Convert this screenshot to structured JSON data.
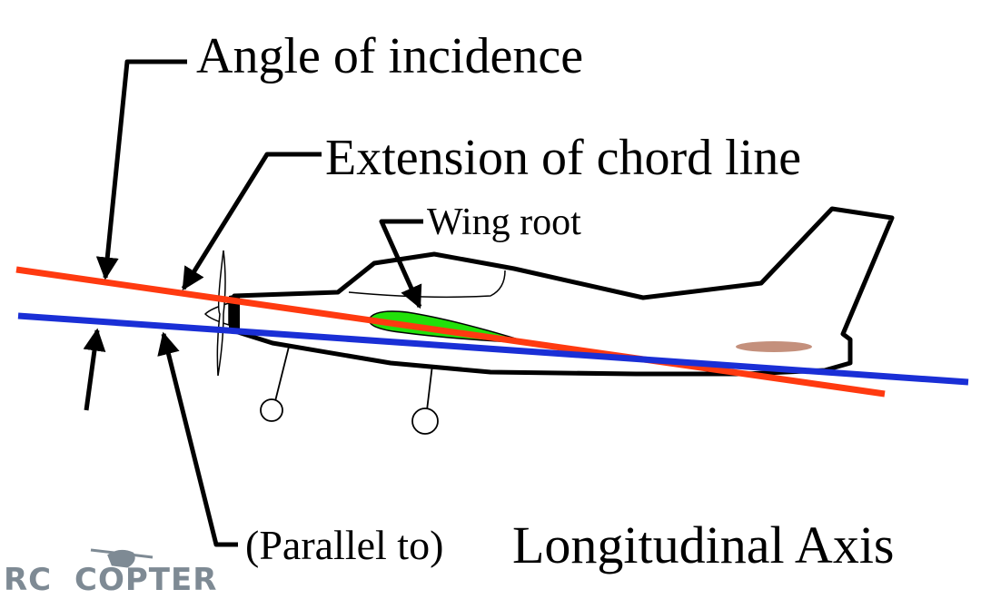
{
  "labels": {
    "angle_of_incidence": "Angle of incidence",
    "extension_of_chord_line": "Extension of chord line",
    "wing_root": "Wing root",
    "parallel_to": "(Parallel to)",
    "longitudinal_axis": "Longitudinal Axis"
  },
  "logo": {
    "text_rc": "RC",
    "text_copter": "COPTER"
  },
  "colors": {
    "chord_line": "#ff3a10",
    "longitudinal_axis": "#1a2fd6",
    "wing_airfoil": "#22e00a",
    "tail_marking": "#c4907c",
    "outline": "#000000",
    "logo": "#7e8a94"
  },
  "icons": {
    "airplane": "airplane-side-view",
    "propeller": "propeller-icon",
    "logo_helicopter": "helicopter-icon"
  }
}
